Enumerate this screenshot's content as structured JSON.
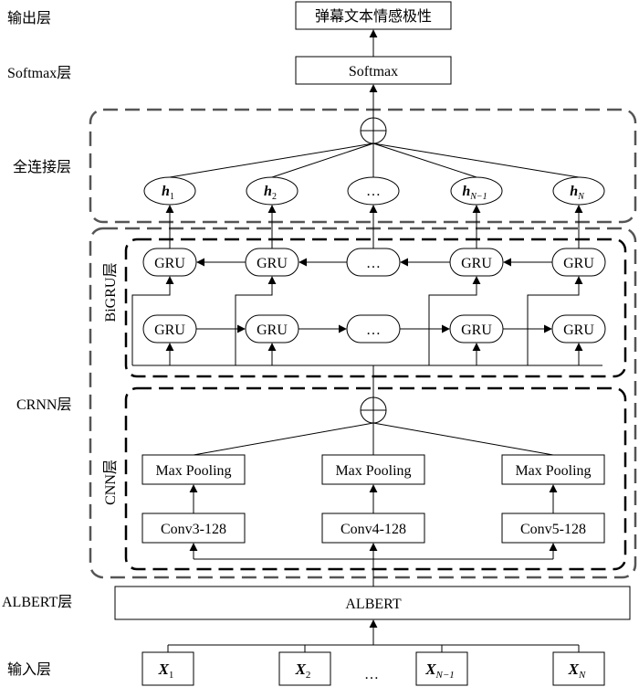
{
  "layers": {
    "output": "输出层",
    "softmax": "Softmax层",
    "fc": "全连接层",
    "bigru": "BiGRU层",
    "crnn": "CRNN层",
    "cnn": "CNN层",
    "albert": "ALBERT层",
    "input": "输入层"
  },
  "nodes": {
    "output_box": "弹幕文本情感极性",
    "softmax_box": "Softmax",
    "gru": "GRU",
    "ellipsis": "…",
    "maxpool": "Max Pooling",
    "conv": [
      "Conv3-128",
      "Conv4-128",
      "Conv5-128"
    ],
    "albert_box": "ALBERT"
  },
  "hidden": [
    {
      "base": "h",
      "sub": "1"
    },
    {
      "base": "h",
      "sub": "2"
    },
    {
      "base": "…",
      "sub": ""
    },
    {
      "base": "h",
      "sub": "N−1"
    },
    {
      "base": "h",
      "sub": "N"
    }
  ],
  "inputs": [
    {
      "base": "X",
      "sub": "1"
    },
    {
      "base": "X",
      "sub": "2"
    },
    {
      "base": "X",
      "sub": "N−1"
    },
    {
      "base": "X",
      "sub": "N"
    }
  ],
  "input_ellipsis": "…"
}
